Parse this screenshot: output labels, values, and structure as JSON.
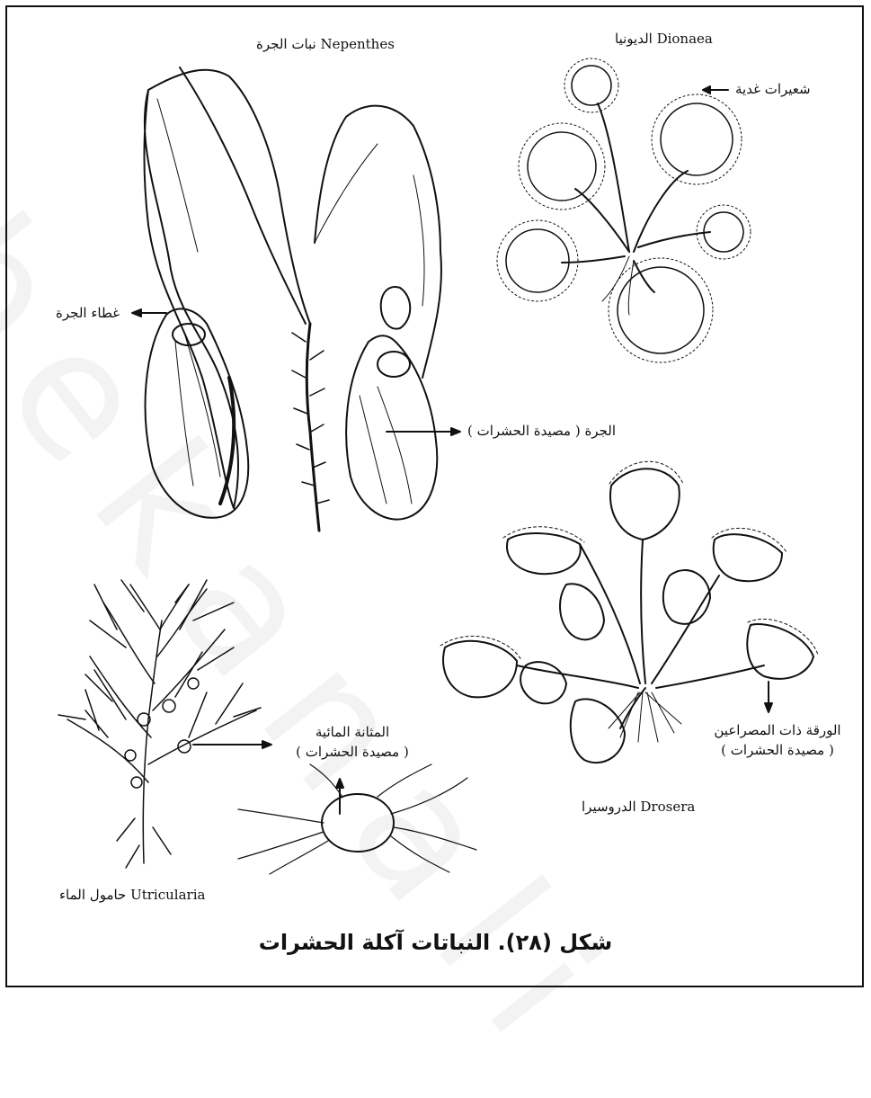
{
  "labels": {
    "nepenthes": "نبات الجرة Nepenthes",
    "dionaea": "الديونيا Dionaea",
    "glandular_hairs": "شعيرات غدية",
    "pitcher_lid": "غطاء الجرة",
    "pitcher_trap": "الجرة ( مصيدة الحشرات )",
    "bladder_line1": "المثانة المائية",
    "bladder_line2": "( مصيدة الحشرات )",
    "utricularia": "حامول الماء Utricularia",
    "leaf_line1": "الورقة ذات المصراعين",
    "leaf_line2": "( مصيدة الحشرات )",
    "drosera": "الدروسيرا Drosera"
  },
  "caption": "شكل (٢٨). النباتات آكلة الحشرات",
  "watermark": "bekanali",
  "colors": {
    "ink": "#111111",
    "background": "#ffffff"
  }
}
